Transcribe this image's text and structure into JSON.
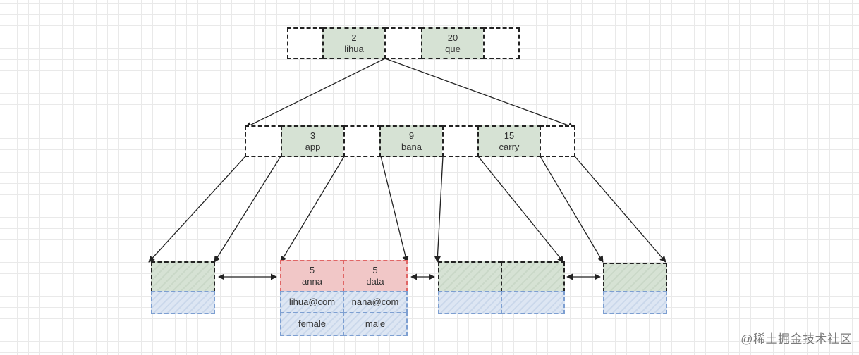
{
  "root": {
    "keys": [
      {
        "id": "2",
        "name": "lihua"
      },
      {
        "id": "20",
        "name": "que"
      }
    ]
  },
  "internal": {
    "keys": [
      {
        "id": "3",
        "name": "app"
      },
      {
        "id": "9",
        "name": "bana"
      },
      {
        "id": "15",
        "name": "carry"
      }
    ]
  },
  "leaf": {
    "keys": [
      {
        "id": "5",
        "name": "anna"
      },
      {
        "id": "5",
        "name": "data"
      }
    ],
    "rows": [
      [
        "lihua@com",
        "nana@com"
      ],
      [
        "female",
        "male"
      ]
    ]
  },
  "colors": {
    "key_fill": "#d6e2d4",
    "highlight_fill": "#f1c7c7",
    "highlight_border": "#e06666",
    "data_fill": "#dde6f3",
    "data_border": "#7d9fd1"
  },
  "watermark": "@稀土掘金技术社区"
}
